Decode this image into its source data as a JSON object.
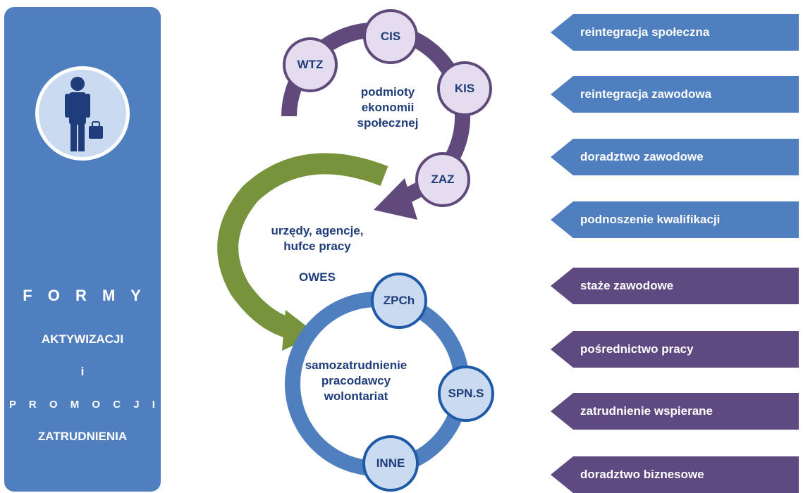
{
  "sidebar": {
    "title": "F O R M Y",
    "line2": "AKTYWIZACJI",
    "line3": "i",
    "line4": "P R O M O C J I",
    "line5": "ZATRUDNIENIA",
    "avatar_icon": "businessman-with-briefcase-icon"
  },
  "diagram": {
    "top_cycle": {
      "label_lines": [
        "podmioty",
        "ekonomii",
        "społecznej"
      ],
      "nodes": [
        "WTZ",
        "CIS",
        "KIS",
        "ZAZ"
      ],
      "color": "#604a7b"
    },
    "middle": {
      "label_lines": [
        "urzędy, agencje,",
        "hufce pracy"
      ],
      "extra": "OWES",
      "color": "#77933c"
    },
    "bottom_cycle": {
      "label_lines": [
        "samozatrudnienie",
        "pracodawcy",
        "wolontariat"
      ],
      "nodes": [
        "ZPCh",
        "SPN.S",
        "INNE"
      ],
      "color": "#4f7fbe"
    }
  },
  "tags": [
    {
      "text": "reintegracja społeczna",
      "color": "#4f7fbe"
    },
    {
      "text": "reintegracja zawodowa",
      "color": "#4f7fbe"
    },
    {
      "text": "doradztwo zawodowe",
      "color": "#4f7fbe"
    },
    {
      "text": "podnoszenie kwalifikacji",
      "color": "#4f7fbe"
    },
    {
      "text": "staże zawodowe",
      "color": "#5e4a80"
    },
    {
      "text": "pośrednictwo pracy",
      "color": "#5e4a80"
    },
    {
      "text": "zatrudnienie wspierane",
      "color": "#5e4a80"
    },
    {
      "text": "doradztwo  biznesowe",
      "color": "#5e4a80"
    }
  ]
}
